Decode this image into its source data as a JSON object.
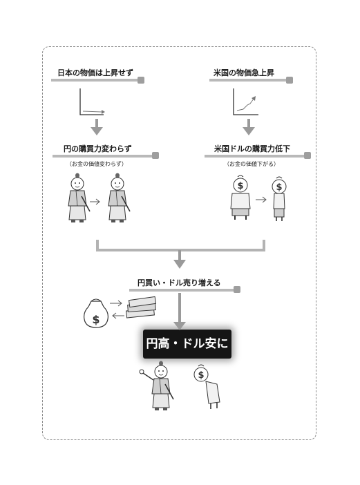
{
  "left": {
    "title": "日本の物価は上昇せず",
    "effect": "円の購買力変わらず",
    "effect_note": "（お金の価値変わらず）"
  },
  "right": {
    "title": "米国の物価急上昇",
    "effect": "米国ドルの購買力低下",
    "effect_note": "（お金の価値下がる）"
  },
  "merge": {
    "label": "円買い・ドル売り増える"
  },
  "result": {
    "label": "円高・ドル安に"
  },
  "colors": {
    "arrow": "#9a9a9a",
    "bar": "#b9b9b9",
    "result_bg": "#151515"
  }
}
